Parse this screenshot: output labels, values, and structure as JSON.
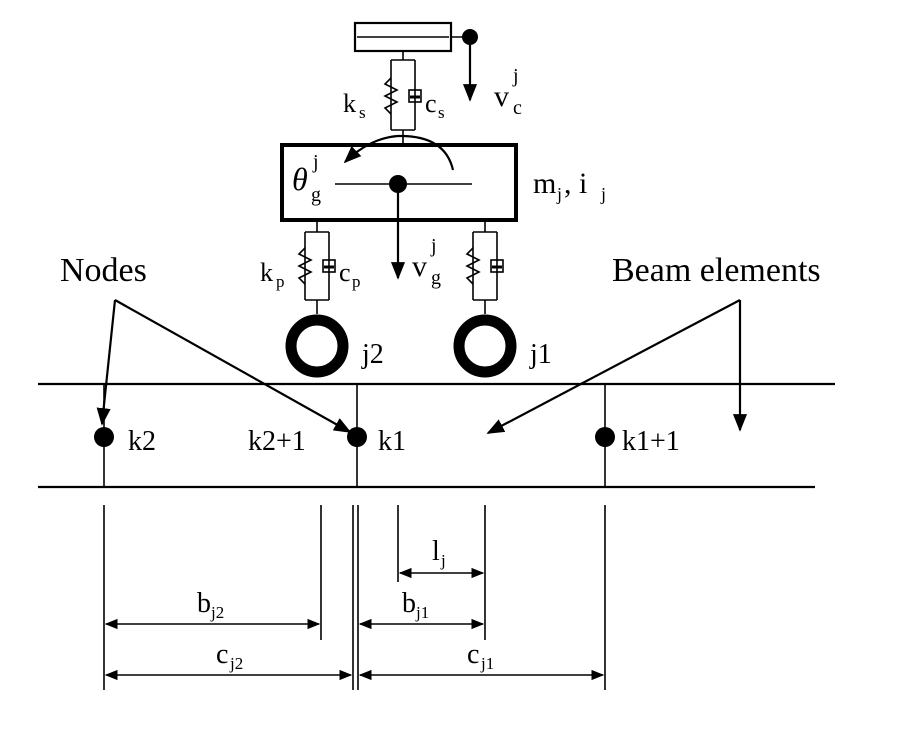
{
  "labels": {
    "ks": "k",
    "ks_sub": "s",
    "cs": "c",
    "cs_sub": "s",
    "vc": "v",
    "vc_sup": "j",
    "vc_sub": "c",
    "theta": "θ",
    "theta_sup": "j",
    "theta_sub": "g",
    "mass_m": "m",
    "mass_m_sub": "j",
    "mass_sep": ", i",
    "mass_i_sub": "j",
    "kp": "k",
    "kp_sub": "p",
    "cp": "c",
    "cp_sub": "p",
    "vg": "v",
    "vg_sup": "j",
    "vg_sub": "g",
    "nodes": "Nodes",
    "beam_elements": "Beam elements",
    "wheel_j2": "j2",
    "wheel_j1": "j1",
    "node_k2": "k2",
    "node_k2p1": "k2+1",
    "node_k1": "k1",
    "node_k1p1": "k1+1",
    "lj": "l",
    "lj_sub": "j",
    "bj2": "b",
    "bj2_sub": "j2",
    "bj1": "b",
    "bj1_sub": "j1",
    "cj2": "c",
    "cj2_sub": "j2",
    "cj1": "c",
    "cj1_sub": "j1"
  },
  "colors": {
    "stroke": "#000000",
    "background": "#ffffff"
  }
}
